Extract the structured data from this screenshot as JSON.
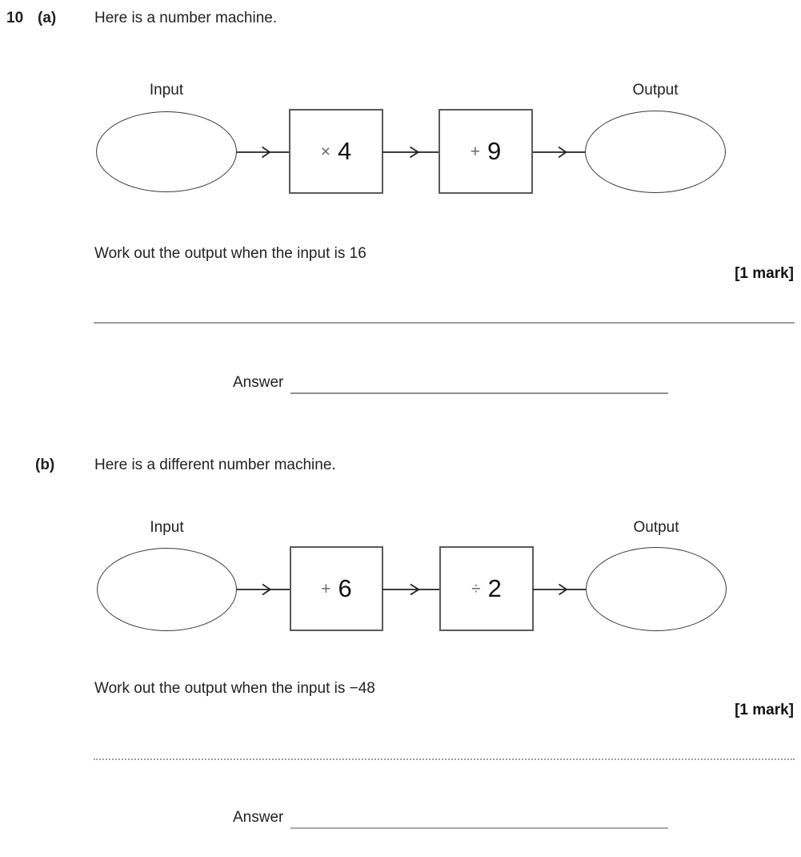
{
  "question": {
    "number": "10",
    "parts": [
      {
        "label": "(a)",
        "intro": "Here is a number machine.",
        "machine": {
          "input_label": "Input",
          "output_label": "Output",
          "boxes": [
            {
              "op": "×",
              "value": "4"
            },
            {
              "op": "+",
              "value": "9"
            }
          ]
        },
        "prompt": "Work out the output when the input is 16",
        "marks": "[1 mark]",
        "answer_label": "Answer",
        "answer_value": ""
      },
      {
        "label": "(b)",
        "intro": "Here is a different number machine.",
        "machine": {
          "input_label": "Input",
          "output_label": "Output",
          "boxes": [
            {
              "op": "+",
              "value": "6"
            },
            {
              "op": "÷",
              "value": "2"
            }
          ]
        },
        "prompt": "Work out the output when the input is −48",
        "marks": "[1 mark]",
        "answer_label": "Answer",
        "answer_value": ""
      }
    ]
  },
  "icons": {
    "flow_arrow": "right-arrow-icon"
  },
  "colors": {
    "page_background": "#ffffff",
    "text": "#1f1f1f",
    "shape_stroke": "#3a3a3a",
    "box_stroke": "#5a5a5a",
    "operator_gray": "#6b6b6b",
    "rule_gray": "#9c9c9c",
    "answer_rule_gray": "#8f8f8f"
  }
}
